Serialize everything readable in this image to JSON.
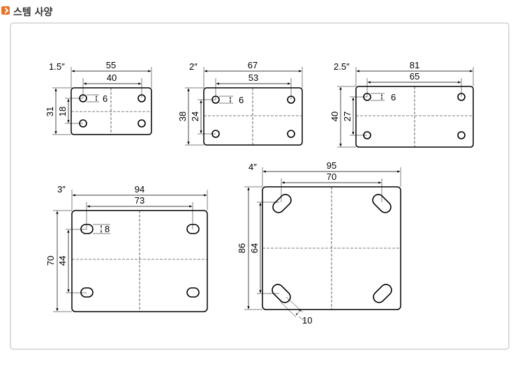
{
  "header": {
    "title": "스템 사양",
    "icon": "chevron-right-icon"
  },
  "plates": [
    {
      "size": "1.5″",
      "outer_w": "55",
      "inner_w": "40",
      "outer_h": "31",
      "inner_h": "18",
      "hole": "6"
    },
    {
      "size": "2″",
      "outer_w": "67",
      "inner_w": "53",
      "outer_h": "38",
      "inner_h": "24",
      "hole": "6"
    },
    {
      "size": "2.5″",
      "outer_w": "81",
      "inner_w": "65",
      "outer_h": "40",
      "inner_h": "27",
      "hole": "6"
    },
    {
      "size": "3″",
      "outer_w": "94",
      "inner_w": "73",
      "outer_h": "70",
      "inner_h": "44",
      "hole": "8"
    },
    {
      "size": "4″",
      "outer_w": "95",
      "inner_w": "70",
      "outer_h": "86",
      "inner_h": "64",
      "hole": "10"
    }
  ]
}
